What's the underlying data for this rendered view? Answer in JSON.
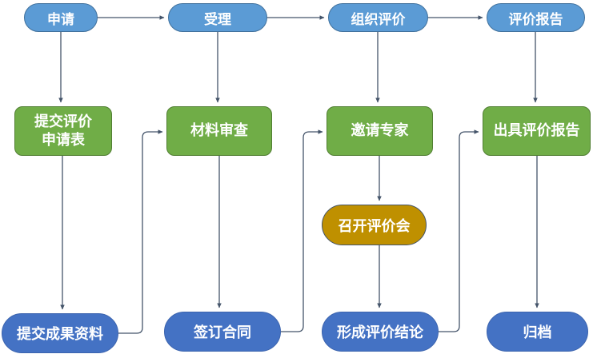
{
  "colors": {
    "stage_fill": "#5B9BD5",
    "stage_border": "#41719C",
    "process_fill": "#70AD47",
    "process_border": "#507E32",
    "milestone_fill": "#BF9000",
    "milestone_border": "#44546A",
    "result_fill": "#4472C4",
    "result_border": "#3C64AE",
    "connector": "#44546A"
  },
  "nodes": [
    {
      "id": "apply",
      "label": "申请",
      "type": "stage"
    },
    {
      "id": "accept",
      "label": "受理",
      "type": "stage"
    },
    {
      "id": "organize-evaluation",
      "label": "组织评价",
      "type": "stage"
    },
    {
      "id": "evaluation-report",
      "label": "评价报告",
      "type": "stage"
    },
    {
      "id": "submit-application-form",
      "label": "提交评价申请表",
      "line1": "提交评价",
      "line2": "申请表",
      "type": "process"
    },
    {
      "id": "material-review",
      "label": "材料审查",
      "type": "process"
    },
    {
      "id": "invite-experts",
      "label": "邀请专家",
      "type": "process"
    },
    {
      "id": "issue-evaluation-report",
      "label": "出具评价报告",
      "type": "process"
    },
    {
      "id": "hold-evaluation-meeting",
      "label": "召开评价会",
      "type": "milestone"
    },
    {
      "id": "submit-achievement-materials",
      "label": "提交成果资料",
      "type": "result"
    },
    {
      "id": "sign-contract",
      "label": "签订合同",
      "type": "result"
    },
    {
      "id": "form-evaluation-conclusion",
      "label": "形成评价结论",
      "type": "result"
    },
    {
      "id": "archive",
      "label": "归档",
      "type": "result"
    }
  ],
  "edges": [
    {
      "from": "申请",
      "to": "受理"
    },
    {
      "from": "受理",
      "to": "组织评价"
    },
    {
      "from": "组织评价",
      "to": "评价报告"
    },
    {
      "from": "申请",
      "to": "提交评价申请表"
    },
    {
      "from": "提交评价申请表",
      "to": "提交成果资料"
    },
    {
      "from": "提交成果资料",
      "to": "材料审查"
    },
    {
      "from": "受理",
      "to": "材料审查"
    },
    {
      "from": "材料审查",
      "to": "签订合同"
    },
    {
      "from": "签订合同",
      "to": "邀请专家"
    },
    {
      "from": "组织评价",
      "to": "邀请专家"
    },
    {
      "from": "邀请专家",
      "to": "召开评价会"
    },
    {
      "from": "召开评价会",
      "to": "形成评价结论"
    },
    {
      "from": "形成评价结论",
      "to": "出具评价报告"
    },
    {
      "from": "评价报告",
      "to": "出具评价报告"
    },
    {
      "from": "出具评价报告",
      "to": "归档"
    }
  ]
}
